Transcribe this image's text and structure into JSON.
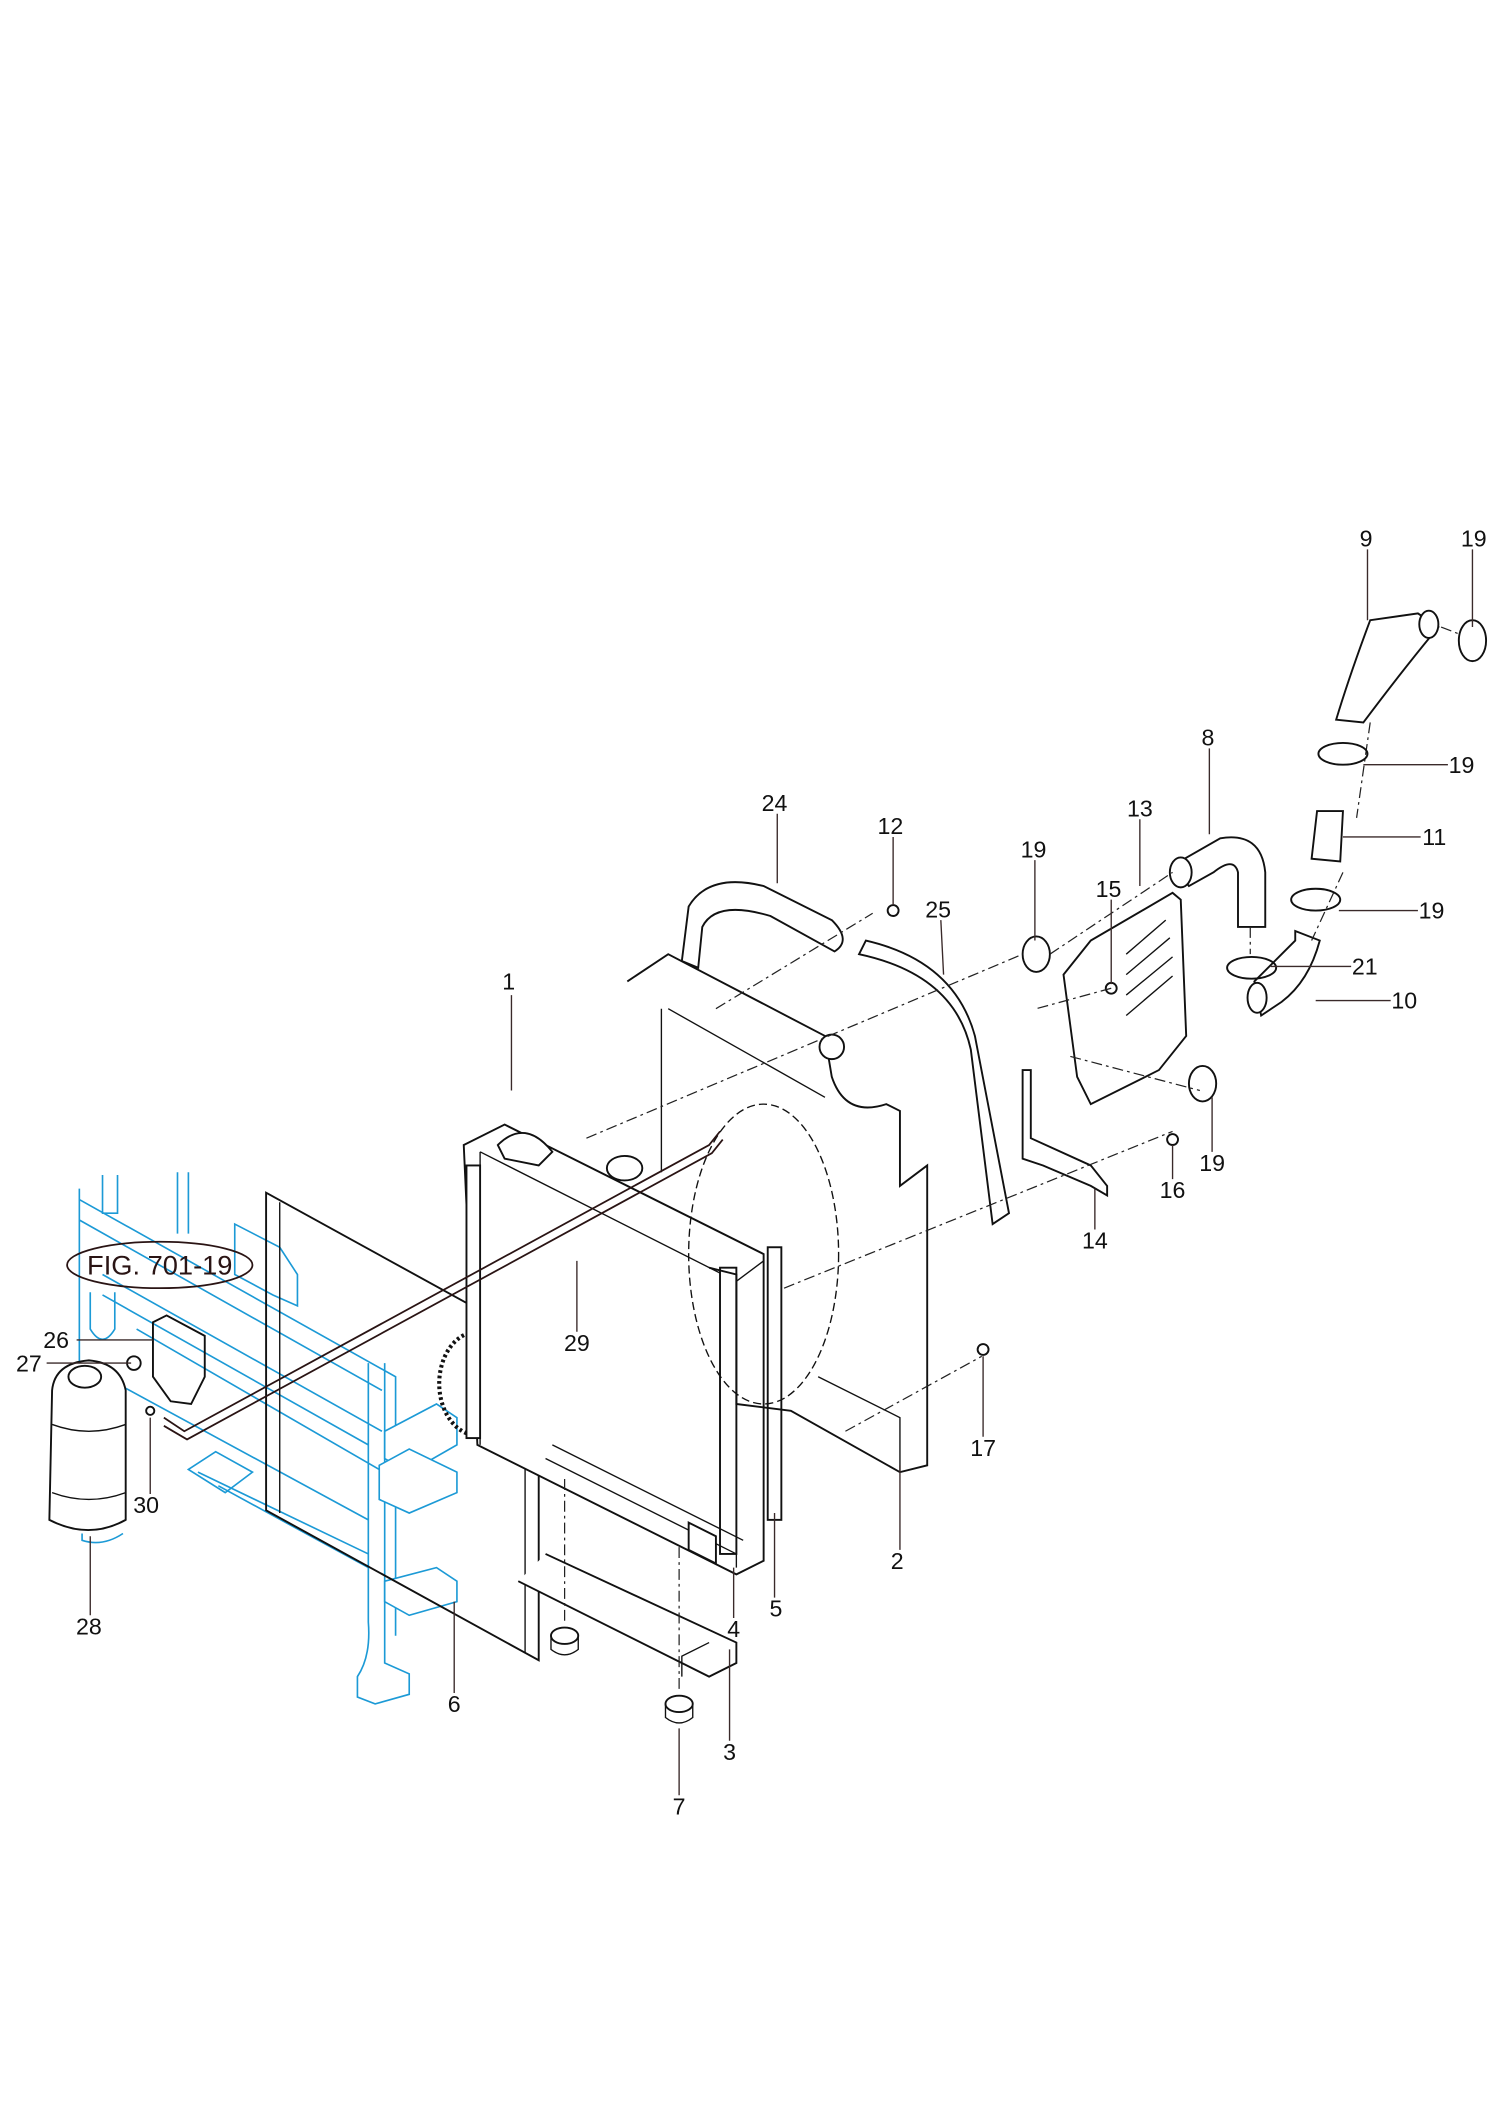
{
  "figure_reference": "FIG. 701-19",
  "callouts": {
    "c1": "1",
    "c2": "2",
    "c3": "3",
    "c4": "4",
    "c5": "5",
    "c6": "6",
    "c7": "7",
    "c8": "8",
    "c9": "9",
    "c10": "10",
    "c11": "11",
    "c12": "12",
    "c13": "13",
    "c14": "14",
    "c15": "15",
    "c16": "16",
    "c17": "17",
    "c19a": "19",
    "c19b": "19",
    "c19c": "19",
    "c19d": "19",
    "c19e": "19",
    "c21": "21",
    "c24": "24",
    "c25": "25",
    "c26": "26",
    "c27": "27",
    "c28": "28",
    "c29": "29",
    "c30": "30"
  },
  "colors": {
    "frame_blue": "#1c9ad6",
    "callout_line": "#3a2a2a",
    "part_line": "#111111"
  }
}
